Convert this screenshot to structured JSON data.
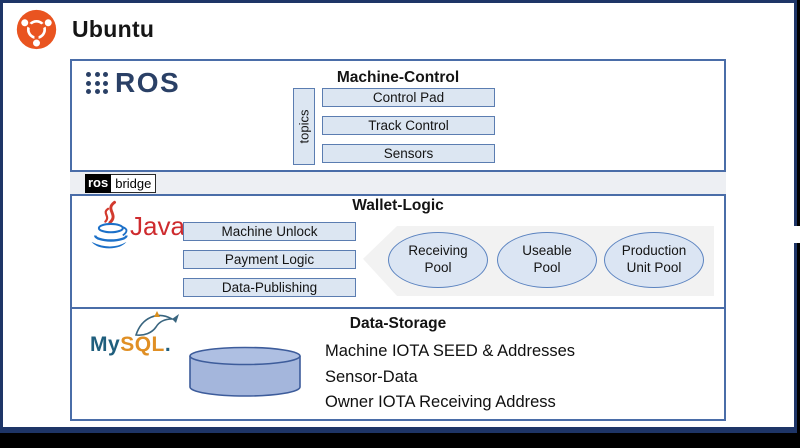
{
  "header": {
    "os_name": "Ubuntu"
  },
  "diagram": {
    "ros": {
      "logo": "ROS",
      "title": "Machine-Control",
      "topics_label": "topics",
      "boxes": [
        "Control Pad",
        "Track Control",
        "Sensors"
      ]
    },
    "rosbridge": {
      "prefix": "ros",
      "suffix": "bridge"
    },
    "wallet": {
      "logo": "Java",
      "title": "Wallet-Logic",
      "boxes": [
        "Machine Unlock",
        "Payment Logic",
        "Data-Publishing"
      ],
      "pools": [
        "Receiving Pool",
        "Useable Pool",
        "Production Unit Pool"
      ]
    },
    "storage": {
      "logo_my": "My",
      "logo_sql": "SQL",
      "logo_dot": ".",
      "title": "Data-Storage",
      "items": [
        "Machine IOTA SEED & Addresses",
        "Sensor-Data",
        "Owner IOTA Receiving Address"
      ]
    }
  },
  "colors": {
    "ubuntu_orange": "#e95420",
    "navy_frame": "#1e3567",
    "diagram_border": "#4a6da8",
    "box_fill": "#dce6f2",
    "box_border": "#5b7db1",
    "callout_gray": "#f2f2f2",
    "ros_navy": "#2a4066",
    "java_red": "#ce2b2e",
    "java_blue": "#1c70c8",
    "mysql_teal": "#1f5e7d",
    "mysql_orange": "#e08f24",
    "cylinder_fill": "#a4b6dc"
  }
}
